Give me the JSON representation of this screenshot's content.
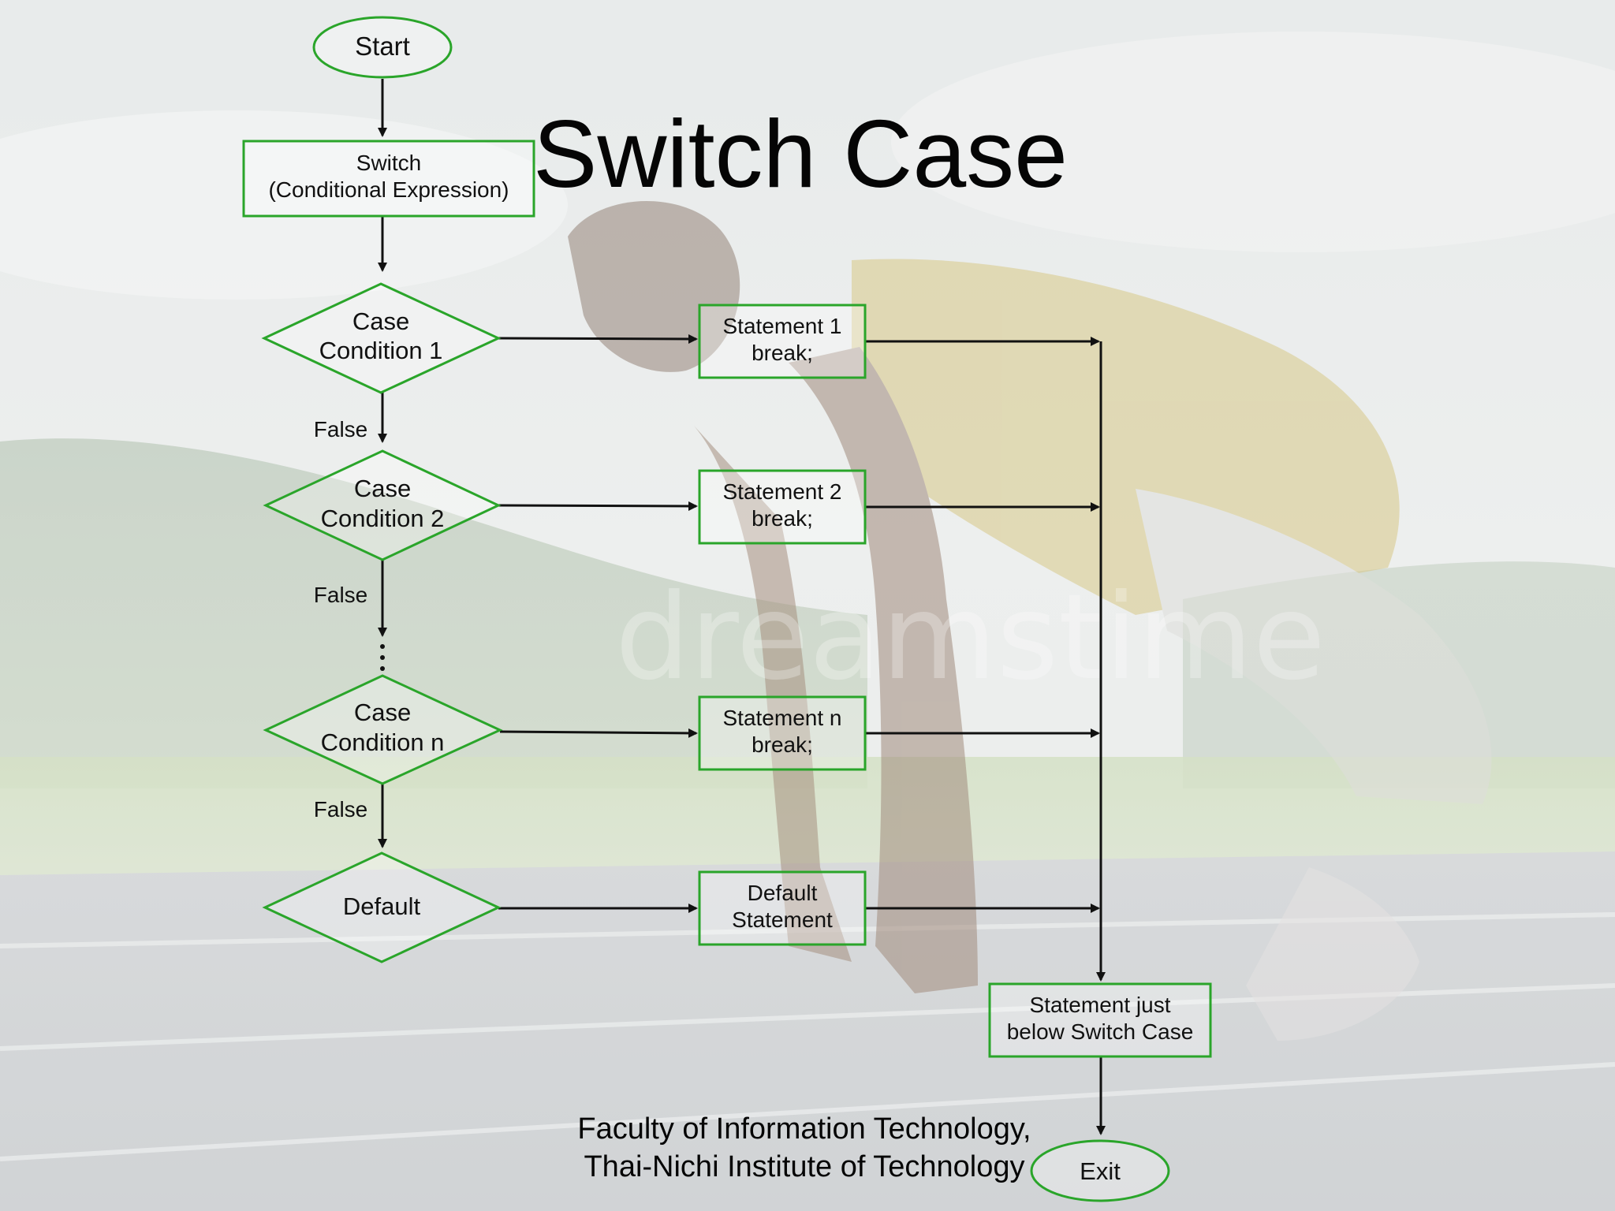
{
  "slide": {
    "title": "Switch Case",
    "footer_line1": "Faculty of Information Technology,",
    "footer_line2": "Thai-Nichi Institute of Technology",
    "watermark": "dreamstime"
  },
  "colors": {
    "node_stroke": "#2aa52a",
    "node_fill": "rgba(255,255,255,0.30)",
    "arrow": "#111111",
    "title_text": "#050505"
  },
  "flowchart": {
    "start": "Start",
    "switch_line1": "Switch",
    "switch_line2": "(Conditional Expression)",
    "case1_line1": "Case",
    "case1_line2": "Condition 1",
    "case2_line1": "Case",
    "case2_line2": "Condition 2",
    "casen_line1": "Case",
    "casen_line2": "Condition n",
    "default_decision": "Default",
    "stmt1_line1": "Statement 1",
    "stmt1_line2": "break;",
    "stmt2_line1": "Statement 2",
    "stmt2_line2": "break;",
    "stmtn_line1": "Statement n",
    "stmtn_line2": "break;",
    "default_stmt_line1": "Default",
    "default_stmt_line2": "Statement",
    "after_line1": "Statement just",
    "after_line2": "below Switch Case",
    "exit": "Exit",
    "false_1": "False",
    "false_2": "False",
    "false_3": "False"
  }
}
